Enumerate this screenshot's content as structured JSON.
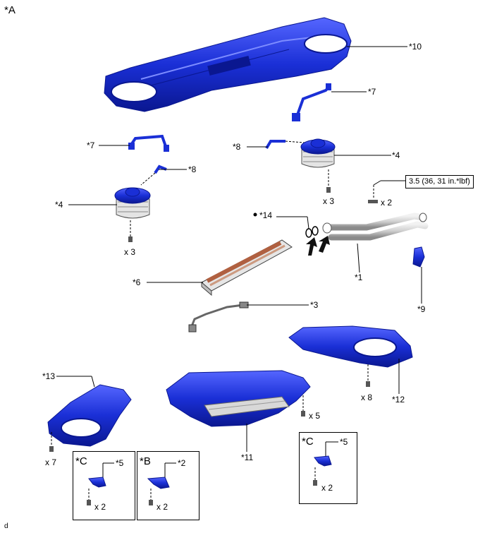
{
  "view_label": "*A",
  "footer_code": "d",
  "callouts": {
    "p10": "*10",
    "p7_top": "*7",
    "p7_left": "*7",
    "p8_right": "*8",
    "p8_left": "*8",
    "p4_right": "*4",
    "p4_left": "*4",
    "p14": "*14",
    "p1": "*1",
    "p6": "*6",
    "p9": "*9",
    "p3": "*3",
    "p12": "*12",
    "p13": "*13",
    "p11": "*11",
    "p5_a": "*5",
    "p5_b": "*5",
    "p2": "*2"
  },
  "inset_tags": {
    "c1": "*C",
    "b": "*B",
    "c2": "*C"
  },
  "quantities": {
    "x3_right": "x 3",
    "x3_left": "x 3",
    "x2_bolt": "x 2",
    "x8": "x 8",
    "x5": "x 5",
    "x7": "x 7",
    "x2_c1": "x 2",
    "x2_b": "x 2",
    "x2_c2": "x 2"
  },
  "torque_spec": "3.5 (36, 31 in.*lbf)",
  "colors": {
    "part_blue": "#1a2fd6",
    "part_blue_dark": "#0a1790",
    "part_blue_light": "#4f63ff",
    "metal": "#d8d8d8",
    "metal_dark": "#7a7a7a",
    "line": "#000000"
  }
}
